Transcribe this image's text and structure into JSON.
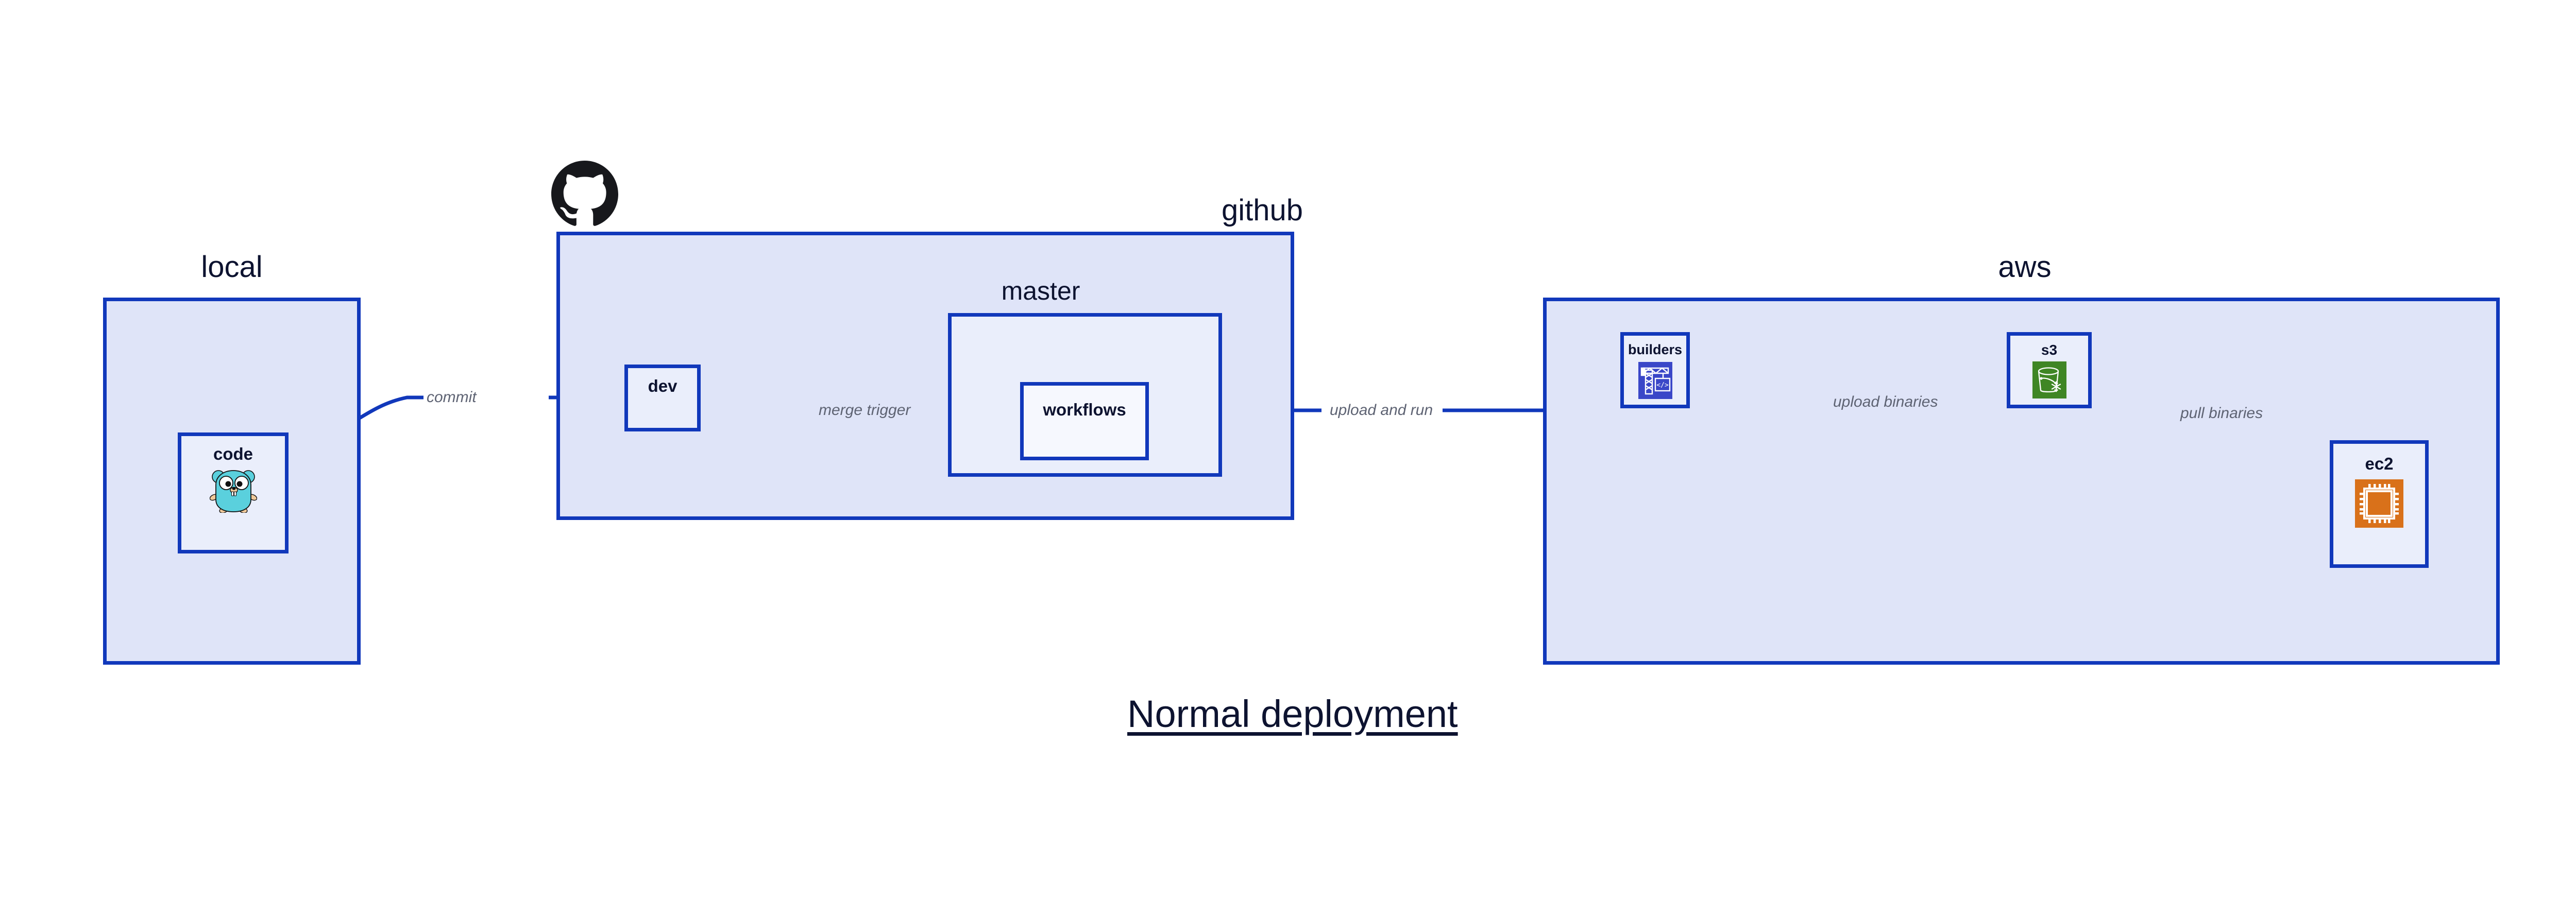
{
  "diagram": {
    "title": "Normal deployment",
    "background_color": "#ffffff",
    "accent_color": "#1138bb",
    "group_fill": "#dfe4f8",
    "node_fill": "#eaeefb",
    "label_color": "#0d1330",
    "edge_label_color": "#5e6373"
  },
  "groups": [
    {
      "id": "local",
      "label": "local",
      "icon": null
    },
    {
      "id": "github",
      "label": "github",
      "icon": "github-octocat-icon"
    },
    {
      "id": "master",
      "label": "master",
      "icon": null
    },
    {
      "id": "aws",
      "label": "aws",
      "icon": null
    }
  ],
  "nodes": [
    {
      "id": "code",
      "label": "code",
      "icon": "go-gopher-icon",
      "icon_color": "#5ad0dd"
    },
    {
      "id": "dev",
      "label": "dev",
      "icon": null
    },
    {
      "id": "workflows",
      "label": "workflows",
      "icon": null
    },
    {
      "id": "builders",
      "label": "builders",
      "icon": "crane-code-icon",
      "icon_color": "#3a47c8"
    },
    {
      "id": "s3",
      "label": "s3",
      "icon": "s3-bucket-glacier-icon",
      "icon_color": "#3f8624"
    },
    {
      "id": "ec2",
      "label": "ec2",
      "icon": "cpu-chip-icon",
      "icon_color": "#d9711a"
    }
  ],
  "edges": [
    {
      "id": "code-to-dev",
      "label": "commit",
      "from": "code",
      "to": "dev"
    },
    {
      "id": "dev-to-workflows",
      "label": "merge trigger",
      "from": "dev",
      "to": "workflows"
    },
    {
      "id": "workflows-to-builders",
      "label": "upload and run",
      "from": "workflows",
      "to": "builders"
    },
    {
      "id": "builders-to-s3",
      "label": "upload binaries",
      "from": "builders",
      "to": "s3"
    },
    {
      "id": "s3-to-ec2",
      "label": "pull binaries",
      "from": "s3",
      "to": "ec2"
    }
  ]
}
